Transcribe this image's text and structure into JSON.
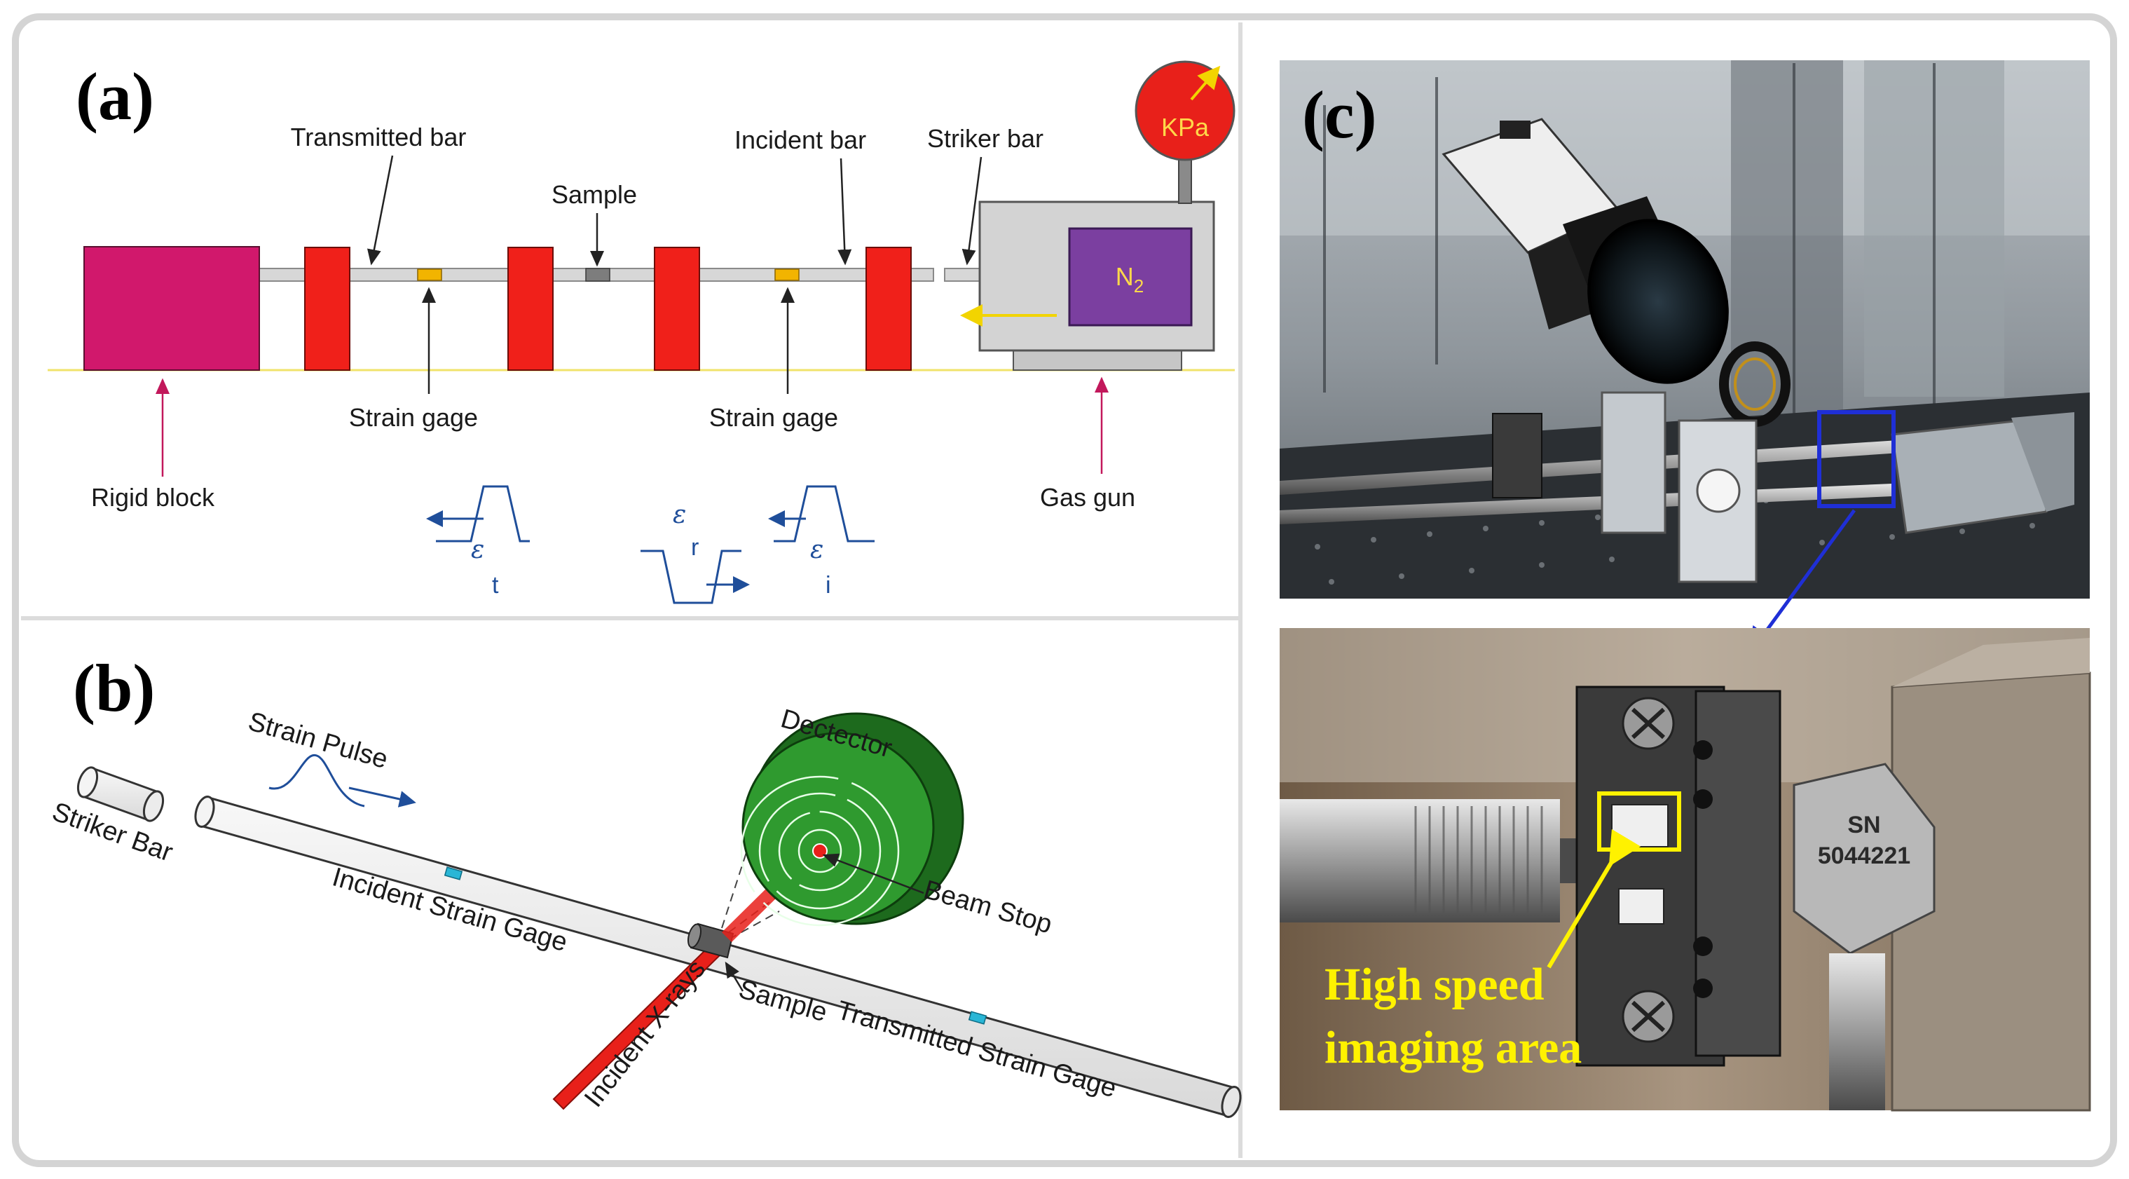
{
  "panel_a": {
    "label": "(a)",
    "rigid_block": "Rigid block",
    "transmitted_bar": "Transmitted bar",
    "sample": "Sample",
    "incident_bar": "Incident bar",
    "striker_bar": "Striker bar",
    "strain_gage_left": "Strain gage",
    "strain_gage_right": "Strain gage",
    "gas_gun": "Gas gun",
    "gauge_unit": "KPa",
    "gas_main": "N",
    "gas_sub": "2",
    "eps_symbol": "ε",
    "pulse_t_sub": "t",
    "pulse_r_sub": "r",
    "pulse_i_sub": "i",
    "colors": {
      "rigid_block": "#d1186c",
      "support": "#f0201a",
      "gun": "#7b3fa0",
      "gauge": "#e8201a",
      "gage": "#f2b400",
      "pulse": "#1f4e9a"
    }
  },
  "panel_b": {
    "label": "(b)",
    "striker_bar": "Striker Bar",
    "strain_pulse": "Strain Pulse",
    "incident_strain_gage": "Incident Strain Gage",
    "detector": "Dectector",
    "beam_stop": "Beam Stop",
    "sample": "Sample",
    "transmitted_strain_gage": "Transmitted Strain Gage",
    "incident_xrays": "Incident X-rays",
    "colors": {
      "detector": "#2f9a2f",
      "xray": "#e8201a",
      "gage": "#29b6d6"
    }
  },
  "panel_c": {
    "label": "(c)",
    "sn_line1": "SN",
    "sn_line2": "5044221",
    "imaging_line1": "High speed",
    "imaging_line2": "imaging area",
    "colors": {
      "highlight": "#1f2fd6",
      "imaging": "#fff200"
    }
  }
}
